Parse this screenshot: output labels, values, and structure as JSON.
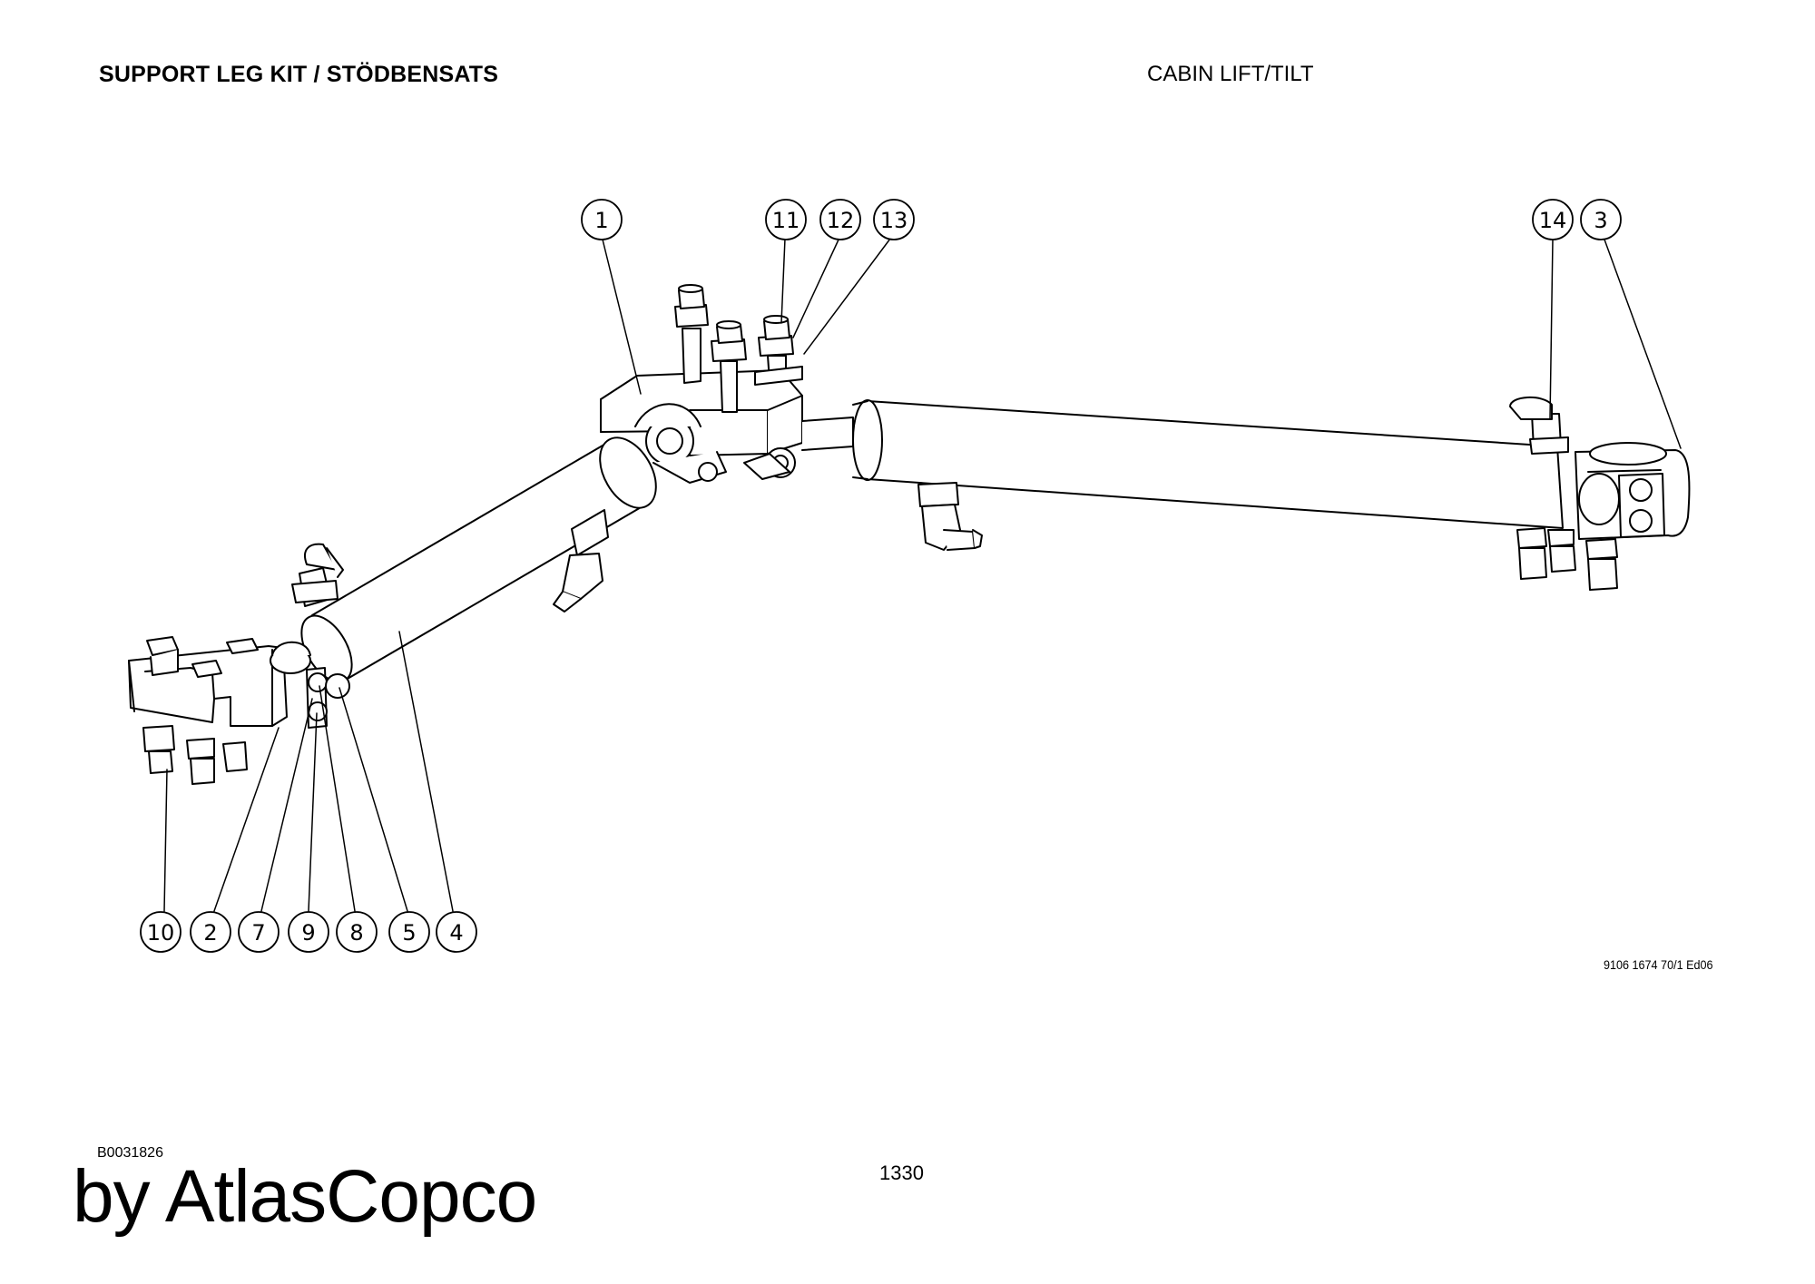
{
  "header": {
    "title": "SUPPORT LEG KIT / STÖDBENSATS",
    "section": "CABIN LIFT/TILT"
  },
  "drawing": {
    "callouts": [
      {
        "label": "1"
      },
      {
        "label": "11"
      },
      {
        "label": "12"
      },
      {
        "label": "13"
      },
      {
        "label": "14"
      },
      {
        "label": "3"
      },
      {
        "label": "10"
      },
      {
        "label": "2"
      },
      {
        "label": "7"
      },
      {
        "label": "9"
      },
      {
        "label": "8"
      },
      {
        "label": "5"
      },
      {
        "label": "4"
      }
    ],
    "edition": "9106 1674 70/1 Ed06"
  },
  "footer": {
    "doc_id": "B0031826",
    "page_number": "1330",
    "brand": "by AtlasCopco"
  }
}
